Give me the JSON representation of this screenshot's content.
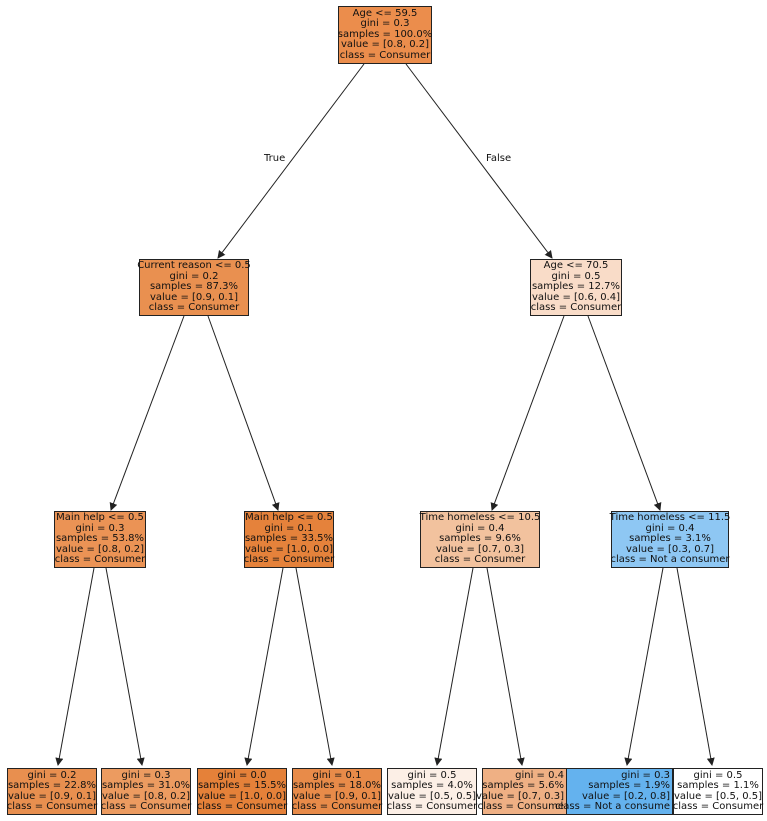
{
  "edge_labels": {
    "true_label": "True",
    "false_label": "False"
  },
  "nodes": {
    "root": {
      "lines": [
        "Age <= 59.5",
        "gini = 0.3",
        "samples = 100.0%",
        "value = [0.8, 0.2]",
        "class = Consumer"
      ],
      "fill": "#eb8d4c"
    },
    "l1_left": {
      "lines": [
        "Current reason <= 0.5",
        "gini = 0.2",
        "samples = 87.3%",
        "value = [0.9, 0.1]",
        "class = Consumer"
      ],
      "fill": "#e99050"
    },
    "l1_right": {
      "lines": [
        "Age <= 70.5",
        "gini = 0.5",
        "samples = 12.7%",
        "value = [0.6, 0.4]",
        "class = Consumer"
      ],
      "fill": "#f9dcc8"
    },
    "l2_a": {
      "lines": [
        "Main help <= 0.5",
        "gini = 0.3",
        "samples = 53.8%",
        "value = [0.8, 0.2]",
        "class = Consumer"
      ],
      "fill": "#eb9355"
    },
    "l2_b": {
      "lines": [
        "Main help <= 0.5",
        "gini = 0.1",
        "samples = 33.5%",
        "value = [1.0, 0.0]",
        "class = Consumer"
      ],
      "fill": "#e5823b"
    },
    "l2_c": {
      "lines": [
        "Time homeless <= 10.5",
        "gini = 0.4",
        "samples = 9.6%",
        "value = [0.7, 0.3]",
        "class = Consumer"
      ],
      "fill": "#f2c29e"
    },
    "l2_d": {
      "lines": [
        "Time homeless <= 11.5",
        "gini = 0.4",
        "samples = 3.1%",
        "value = [0.3, 0.7]",
        "class = Not a consumer"
      ],
      "fill": "#8ec7f3"
    },
    "leaf_1": {
      "lines": [
        "gini = 0.2",
        "samples = 22.8%",
        "value = [0.9, 0.1]",
        "class = Consumer"
      ],
      "fill": "#e88f4f"
    },
    "leaf_2": {
      "lines": [
        "gini = 0.3",
        "samples = 31.0%",
        "value = [0.8, 0.2]",
        "class = Consumer"
      ],
      "fill": "#ec9b60"
    },
    "leaf_3": {
      "lines": [
        "gini = 0.0",
        "samples = 15.5%",
        "value = [1.0, 0.0]",
        "class = Consumer"
      ],
      "fill": "#e58139"
    },
    "leaf_4": {
      "lines": [
        "gini = 0.1",
        "samples = 18.0%",
        "value = [0.9, 0.1]",
        "class = Consumer"
      ],
      "fill": "#e88b49"
    },
    "leaf_5": {
      "lines": [
        "gini = 0.5",
        "samples = 4.0%",
        "value = [0.5, 0.5]",
        "class = Consumer"
      ],
      "fill": "#fcefe6"
    },
    "leaf_6": {
      "lines": [
        "gini = 0.4",
        "samples = 5.6%",
        "value = [0.7, 0.3]",
        "class = Consume"
      ],
      "fill": "#efb084"
    },
    "leaf_7": {
      "lines": [
        "gini = 0.3",
        "samples = 1.9%",
        "value = [0.2, 0.8]",
        "class = Not a consume"
      ],
      "fill": "#64b2ee"
    },
    "leaf_8": {
      "lines": [
        "gini = 0.5",
        "samples = 1.1%",
        "value = [0.5, 0.5]",
        "class = Consumer"
      ],
      "fill": "#ffffff"
    }
  }
}
